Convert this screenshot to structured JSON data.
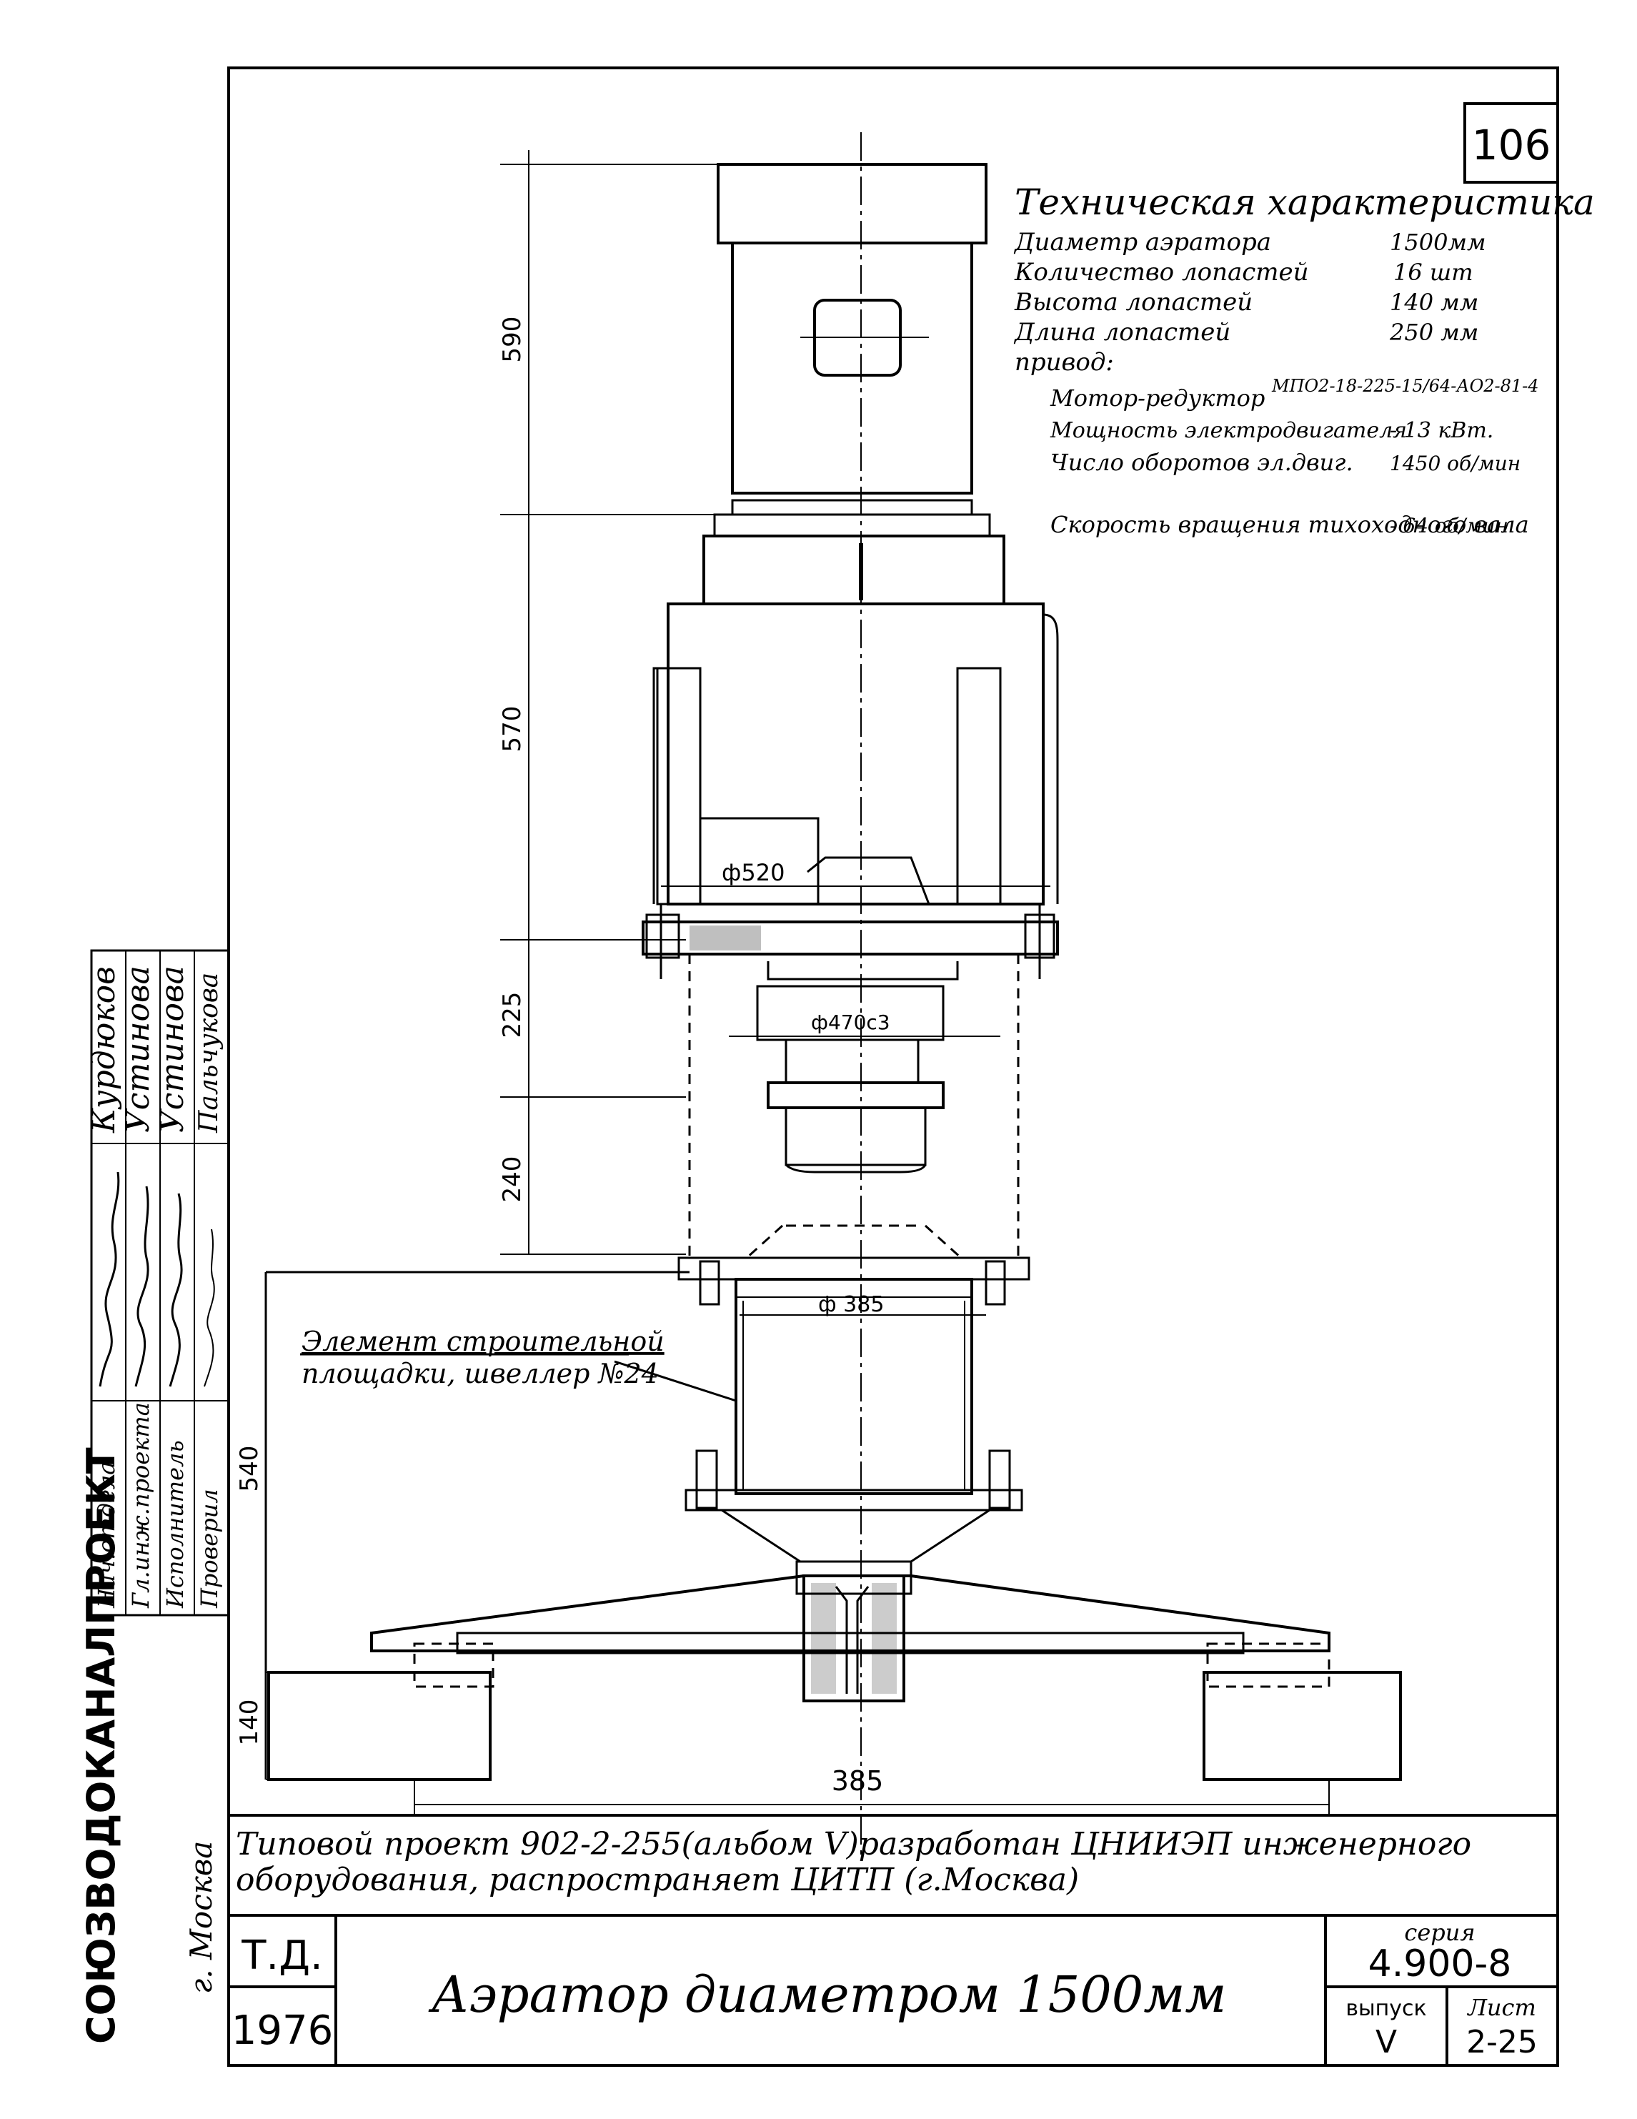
{
  "sheet_number": "106",
  "tech_spec": {
    "title": "Техническая характеристика",
    "rows": [
      {
        "label": "Диаметр аэратора",
        "value": "1500мм"
      },
      {
        "label": "Количество лопастей",
        "value": "16 шт"
      },
      {
        "label": "Высота лопастей",
        "value": "140 мм"
      },
      {
        "label": "Длина лопастей",
        "value": "250 мм"
      }
    ],
    "drive_label": "привод:",
    "drive": [
      {
        "label": "Мотор-редуктор",
        "value": "МПО2-18-225-15/64-АО2-81-4"
      },
      {
        "label": "Мощность электродвигателя",
        "value": "- 13 кВт."
      },
      {
        "label": "Число оборотов эл.двиг.",
        "value": "1450 об/мин"
      },
      {
        "label": "Скорость вращения тихоходного вала",
        "value": "- 64 об/мин"
      }
    ]
  },
  "dimensions": {
    "vertical": [
      "590",
      "570",
      "225",
      "240",
      "540",
      "140"
    ],
    "phi520": "ф520",
    "phi470": "ф470с3",
    "phi385": "ф 385",
    "bottom_width": "385"
  },
  "callout": {
    "line1": "Элемент строительной",
    "line2": "площадки, швеллер №24"
  },
  "note": {
    "line1": "Типовой проект 902-2-255(альбом V)разработан ЦНИИЭП инженерного",
    "line2": "оборудования, распространяет ЦИТП (г.Москва)"
  },
  "title_block": {
    "td": "Т.Д.",
    "year": "1976",
    "title": "Аэратор диаметром 1500мм",
    "series_label": "серия",
    "series_value": "4.900-8",
    "issue_label": "выпуск",
    "issue_value": "V",
    "sheet_label": "Лист",
    "sheet_value": "2-25"
  },
  "organization": "СОЮЗВОДОКАНАЛПРОЕКТ",
  "city": "г. Москва",
  "signatures": {
    "roles": [
      "Нач.отдела",
      "Гл.инж.проекта",
      "Исполнитель",
      "Проверил"
    ],
    "names": [
      "Курдюков",
      "Устинова",
      "Устинова",
      "Пальчукова"
    ]
  }
}
